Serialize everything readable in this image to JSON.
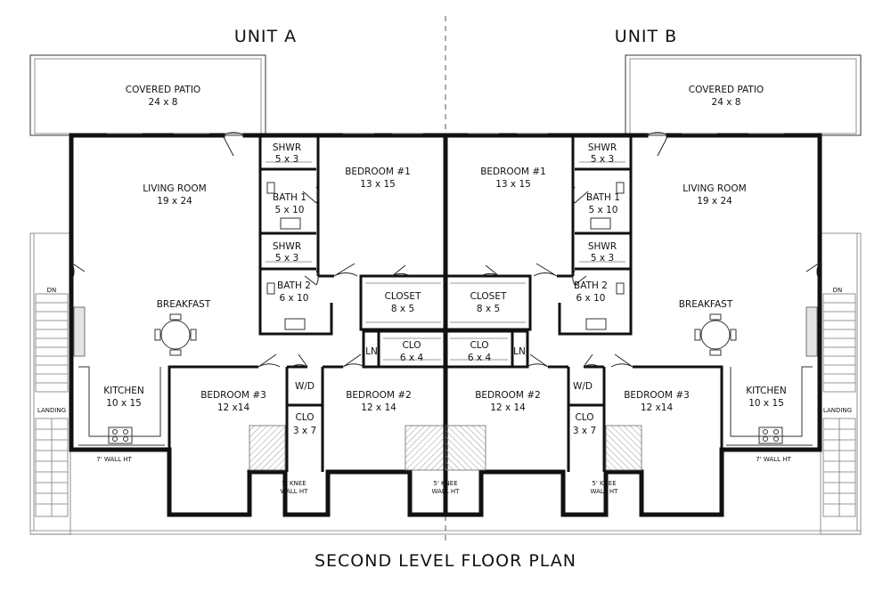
{
  "plan_title": "SECOND LEVEL FLOOR PLAN",
  "units": [
    {
      "title": "UNIT A",
      "rooms": {
        "patio": [
          "COVERED PATIO",
          "24 x 8"
        ],
        "living": [
          "LIVING ROOM",
          "19 x 24"
        ],
        "shwr1": [
          "SHWR",
          "5 x 3"
        ],
        "bath1": [
          "BATH 1",
          "5 x 10"
        ],
        "shwr2": [
          "SHWR",
          "5 x 3"
        ],
        "bath2": [
          "BATH 2",
          "6 x 10"
        ],
        "bed1": [
          "BEDROOM #1",
          "13 x 15"
        ],
        "closet": [
          "CLOSET",
          "8 x 5"
        ],
        "clo": [
          "CLO",
          "6 x 4"
        ],
        "ln": "LN",
        "breakfast": "BREAKFAST",
        "kitchen": [
          "KITCHEN",
          "10 x 15"
        ],
        "bed3": [
          "BEDROOM #3",
          "12 x14"
        ],
        "wd": "W/D",
        "clo2": [
          "CLO",
          "3 x 7"
        ],
        "bed2": [
          "BEDROOM #2",
          "12 x 14"
        ],
        "dn": "DN",
        "landing": "LANDING",
        "wall_ht": "7' WALL HT",
        "knee": [
          "5' KNEE",
          "WALL HT"
        ]
      }
    },
    {
      "title": "UNIT B",
      "rooms": {
        "patio": [
          "COVERED PATIO",
          "24 x 8"
        ],
        "living": [
          "LIVING ROOM",
          "19 x 24"
        ],
        "shwr1": [
          "SHWR",
          "5 x 3"
        ],
        "bath1": [
          "BATH 1",
          "5 x 10"
        ],
        "shwr2": [
          "SHWR",
          "5 x 3"
        ],
        "bath2": [
          "BATH 2",
          "6 x 10"
        ],
        "bed1": [
          "BEDROOM #1",
          "13 x 15"
        ],
        "closet": [
          "CLOSET",
          "8 x 5"
        ],
        "clo": [
          "CLO",
          "6 x 4"
        ],
        "ln": "LN",
        "breakfast": "BREAKFAST",
        "kitchen": [
          "KITCHEN",
          "10 x 15"
        ],
        "bed3": [
          "BEDROOM #3",
          "12 x14"
        ],
        "wd": "W/D",
        "clo2": [
          "CLO",
          "3 x 7"
        ],
        "bed2": [
          "BEDROOM #2",
          "12 x 14"
        ],
        "dn": "DN",
        "landing": "LANDING",
        "wall_ht": "7' WALL HT",
        "knee": [
          "5' KNEE",
          "WALL HT"
        ]
      }
    }
  ],
  "center_knee": [
    "5' KNEE",
    "WALL HT"
  ]
}
